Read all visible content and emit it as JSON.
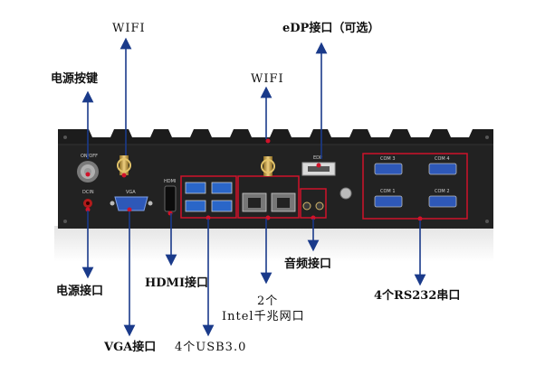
{
  "labels": {
    "wifi_left": "WIFI",
    "wifi_right": "WIFI",
    "edp": "eDP接口（可选）",
    "power_button_top": "电源按键",
    "power_port_bottom": "电源接口",
    "hdmi": "HDMI接口",
    "lan_line1": "2个",
    "lan_line2": "Intel千兆网口",
    "audio": "音频接口",
    "rs232": "4个RS232串口",
    "vga": "VGA接口",
    "usb": "4个USB3.0"
  },
  "panel_text": {
    "on_off": "ON/OFF",
    "dcin": "DCIN",
    "vga": "VGA",
    "hdmi": "HDMI",
    "edp": "EDP",
    "com1": "COM 1",
    "com2": "COM 2",
    "com3": "COM 3",
    "com4": "COM 4"
  },
  "colors": {
    "highlight": "#d0122a",
    "arrow": "#1a3a8a",
    "chassis": "#1c1c1c",
    "vga_port": "#2e58b8",
    "usb_port": "#2a66c8",
    "antenna": "#c9a24a"
  }
}
